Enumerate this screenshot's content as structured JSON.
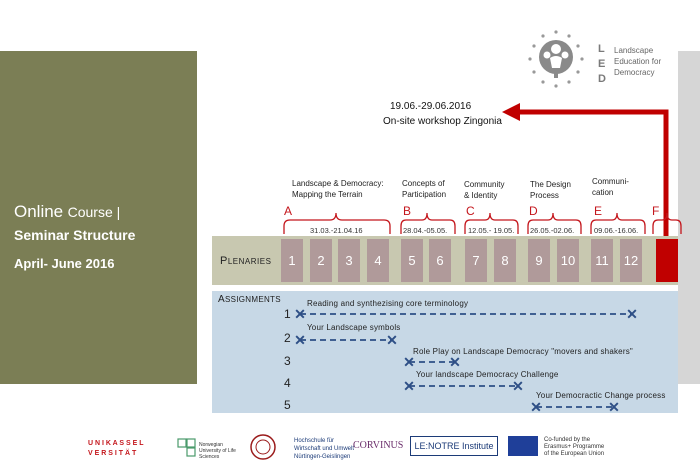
{
  "title": {
    "online": "Online",
    "course": "Course |",
    "seminar": "Seminar Structure",
    "period": "April- June 2016"
  },
  "logo": {
    "letters": [
      "L",
      "E",
      "D"
    ],
    "lines": [
      "Landscape",
      "Education for",
      "Democracy"
    ]
  },
  "workshop": {
    "dates": "19.06.-29.06.2016",
    "place": "On-site workshop Zingonia"
  },
  "topics": [
    {
      "letter": "A",
      "lines": [
        "Landscape & Democracy:",
        "Mapping the Terrain"
      ],
      "range": "31.03.-21.04.16"
    },
    {
      "letter": "B",
      "lines": [
        "Concepts of",
        "Participation"
      ],
      "range": "28.04.-05.05."
    },
    {
      "letter": "C",
      "lines": [
        "Community",
        "& Identity"
      ],
      "range": "12.05.- 19.05."
    },
    {
      "letter": "D",
      "lines": [
        "The Design",
        "Process"
      ],
      "range": "26.05.-02.06."
    },
    {
      "letter": "E",
      "lines": [
        "Communi-",
        "cation"
      ],
      "range": "09.06.-16.06."
    },
    {
      "letter": "F",
      "lines": [],
      "range": ""
    }
  ],
  "plenaries": {
    "label": "Plenaries",
    "sessions": [
      "1",
      "2",
      "3",
      "4",
      "5",
      "6",
      "7",
      "8",
      "9",
      "10",
      "11",
      "12"
    ]
  },
  "assignments": {
    "label": "Assignments",
    "items": [
      {
        "num": "1",
        "title": "Reading and synthezising core terminology"
      },
      {
        "num": "2",
        "title": "Your Landscape symbols"
      },
      {
        "num": "3",
        "title": "Role Play on Landscape Democracy \"movers and shakers\""
      },
      {
        "num": "4",
        "title": "Your landscape Democracy Challenge"
      },
      {
        "num": "5",
        "title": "Your Democractic Change process"
      }
    ]
  },
  "footer": {
    "kassel": [
      "U N I K A S S E L",
      "V E R S I T Ä T"
    ],
    "nmbu": "Norwegian University of Life Sciences",
    "hfwu": [
      "Hochschule für",
      "Wirtschaft und Umwelt",
      "Nürtingen-Geislingen"
    ],
    "corvinus": "CORVINUS",
    "lenotre": "LE:NOTRE Institute",
    "erasmus": [
      "Co-funded by the",
      "Erasmus+ Programme",
      "of the European Union"
    ]
  },
  "colors": {
    "olive": "#7b7e55",
    "accent_red": "#c4161c",
    "plenary_box": "#b09a9a",
    "plenary_band": "#c8c8b0",
    "assignment_panel": "#c7d8e6",
    "dash_blue": "#2e4f86"
  }
}
